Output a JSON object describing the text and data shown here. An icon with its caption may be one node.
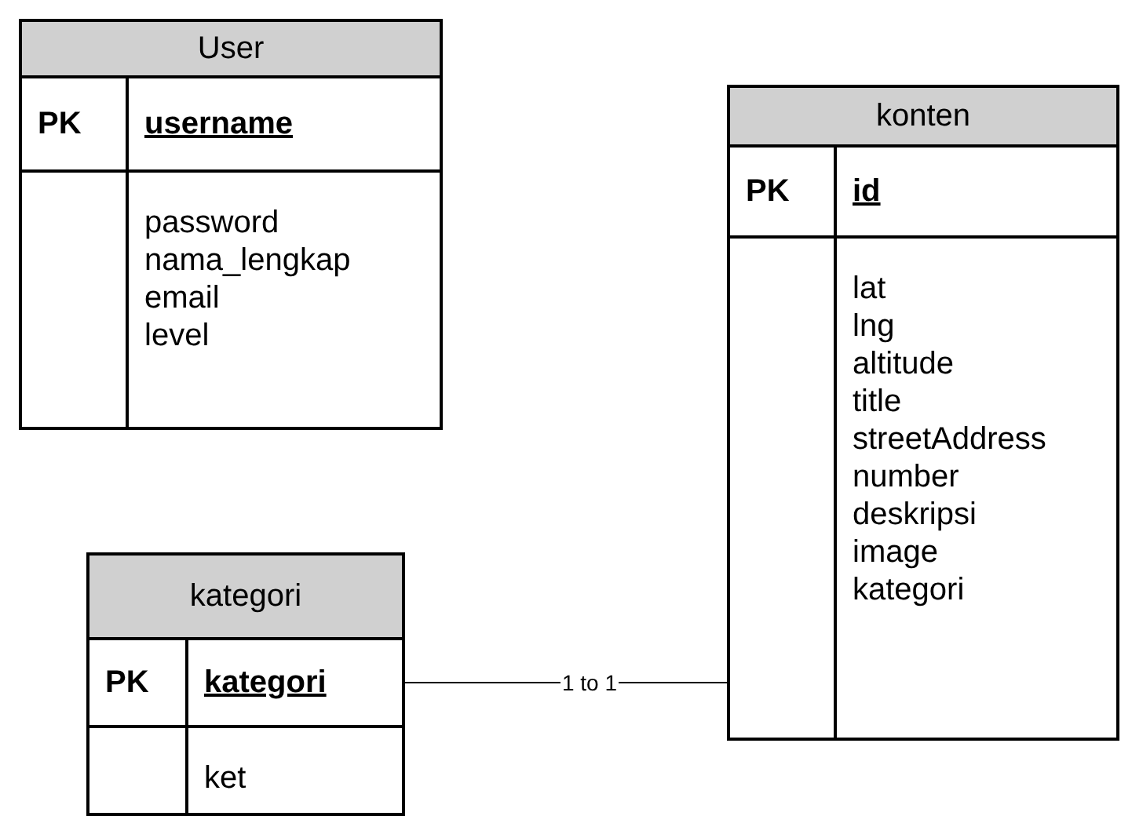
{
  "diagram": {
    "nodes": [
      {
        "text": [
          "User",
          "PK",
          "username",
          "password nama_lengkap email level"
        ]
      },
      {
        "text": [
          "konten",
          "PK",
          "id",
          "lat lng altitude title streetAddress number deskripsi image kategori"
        ]
      },
      {
        "text": [
          "kategori",
          "PK",
          "kategori",
          "ket"
        ]
      }
    ],
    "edges": [
      {
        "from": 2,
        "to": 1,
        "arrow": "none",
        "label": "1 to 1"
      }
    ]
  }
}
